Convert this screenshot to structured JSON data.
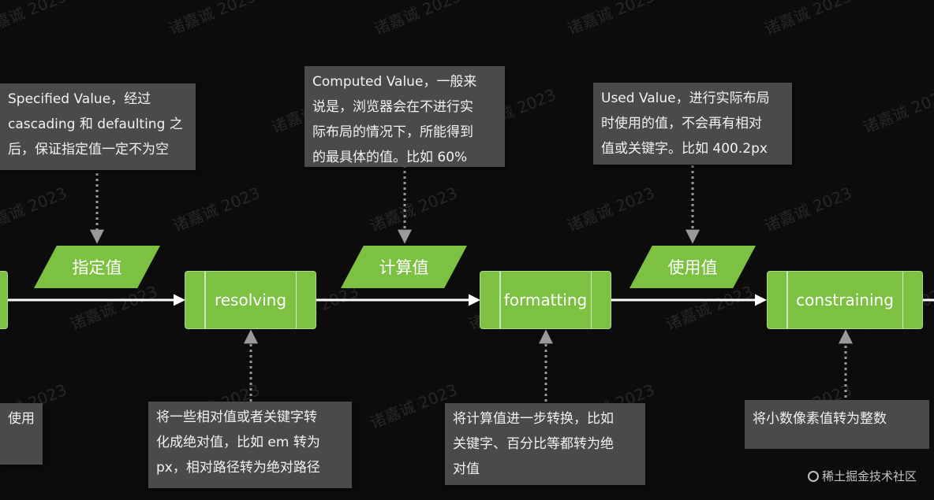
{
  "watermark": "诸嘉诚 2023",
  "notes": {
    "specified": "Specified Value，经过\ncascading 和 defaulting 之\n后，保证指定值一定不为空",
    "computed": "Computed Value，一般来\n说是，浏览器会在不进行实\n际布局的情况下，所能得到\n的最具体的值。比如 60%",
    "used": "Used Value，进行实际布局\n时使用的值，不会再有相对\n值或关键字。比如 400.2px",
    "resolving": "将一些相对值或者关键字转\n化成绝对值，比如 em 转为\npx，相对路径转为绝对路径",
    "formatting": "将计算值进一步转换，比如\n关键字、百分比等都转为绝\n对值",
    "constraining": "将小数像素值转为整数",
    "left_partial": "使用"
  },
  "values": {
    "specified": "指定值",
    "computed": "计算值",
    "used": "使用值"
  },
  "processes": {
    "resolving": "resolving",
    "formatting": "formatting",
    "constraining": "constraining"
  },
  "footer": {
    "text": "稀土掘金技术社区",
    "icon": "juejin-logo-icon"
  },
  "colors": {
    "green": "#7cc142",
    "note_bg": "#4a4a4a",
    "background": "#0c0c0c"
  }
}
